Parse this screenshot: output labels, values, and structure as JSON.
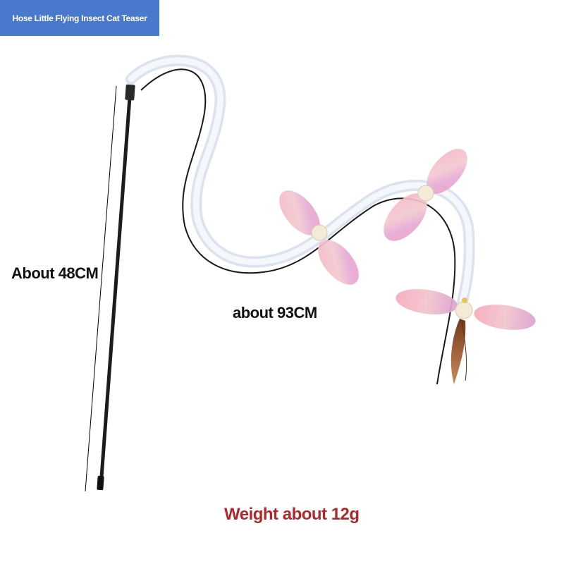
{
  "header": {
    "title": "Hose Little Flying Insect Cat Teaser"
  },
  "labels": {
    "rod_length": "About 48CM",
    "hose_length": "about 93CM",
    "weight": "Weight about 12g"
  },
  "colors": {
    "title_bar": "#4a78cc",
    "weight_text": "#b0282b",
    "rod": "#1c1c1c",
    "hose": "#e6ecf7",
    "wing": "#f0a7bc",
    "feather": "#8a4b25"
  }
}
